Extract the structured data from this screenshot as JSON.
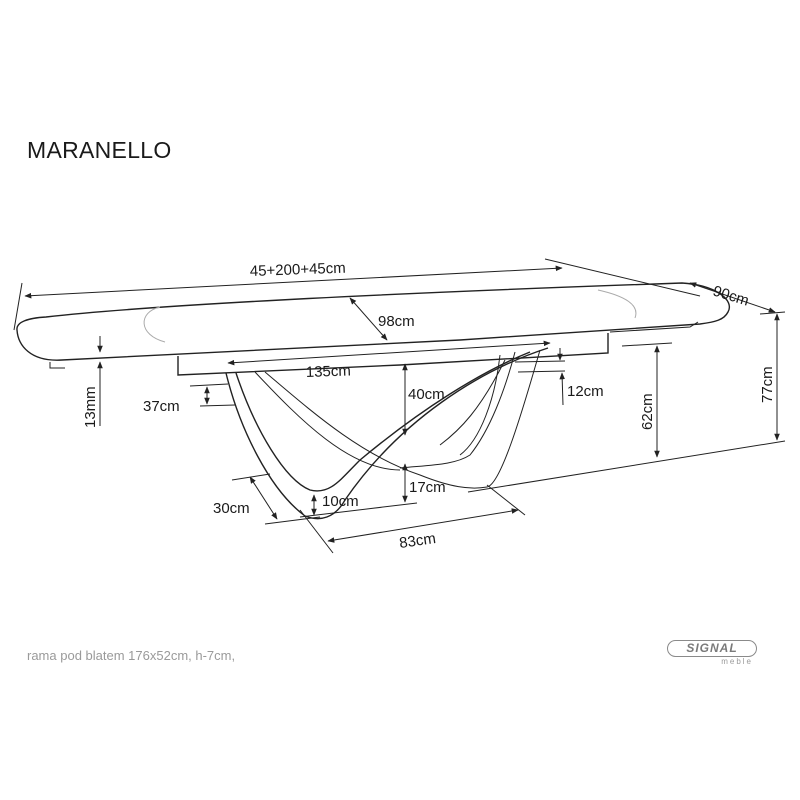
{
  "title": "MARANELLO",
  "dimensions": {
    "length": "45+200+45cm",
    "width": "90cm",
    "glass": "98cm",
    "frame": "135cm",
    "top_thickness": "13mm",
    "leg_37": "37cm",
    "leg_40": "40cm",
    "leg_12": "12cm",
    "height_62": "62cm",
    "height_77": "77cm",
    "leg_17": "17cm",
    "leg_10": "10cm",
    "leg_30": "30cm",
    "base_83": "83cm"
  },
  "footnote": "rama pod blatem 176x52cm, h-7cm,",
  "logo": {
    "name": "SIGNAL",
    "sub": "meble"
  }
}
